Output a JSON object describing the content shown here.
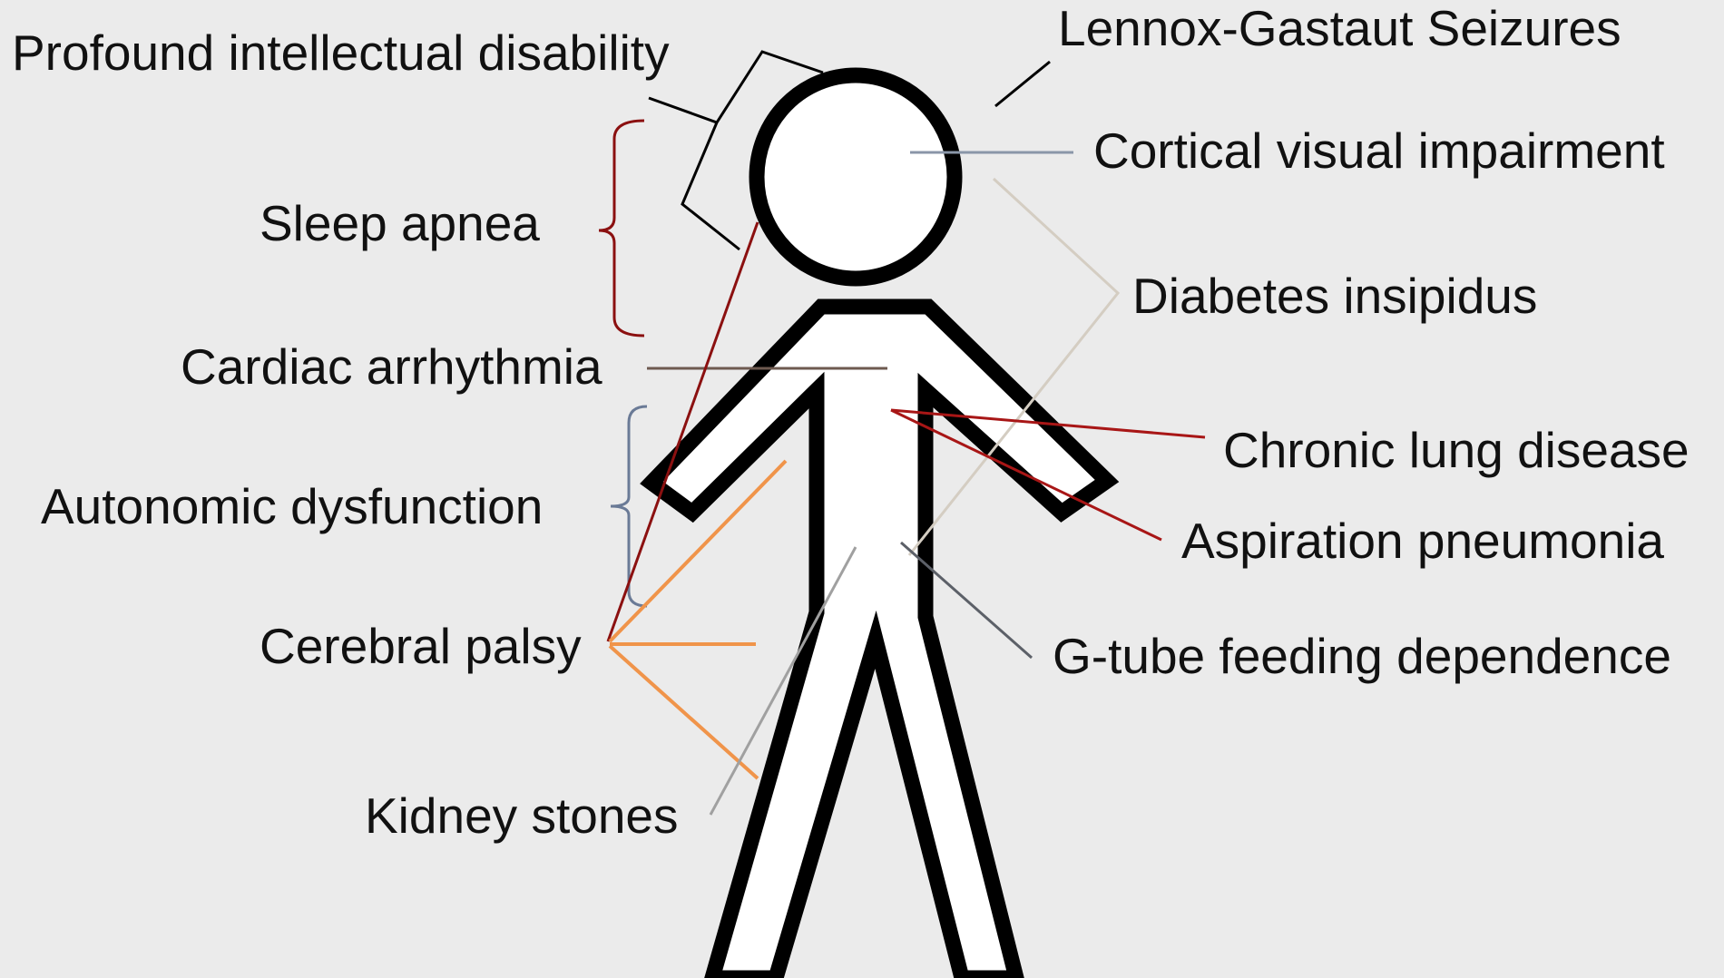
{
  "labels": {
    "profound_intellectual_disability": "Profound intellectual disability",
    "lennox_gastaut_seizures": "Lennox-Gastaut Seizures",
    "cortical_visual_impairment": "Cortical visual impairment",
    "sleep_apnea": "Sleep apnea",
    "diabetes_insipidus": "Diabetes insipidus",
    "cardiac_arrhythmia": "Cardiac arrhythmia",
    "chronic_lung_disease": "Chronic lung disease",
    "autonomic_dysfunction": "Autonomic dysfunction",
    "aspiration_pneumonia": "Aspiration pneumonia",
    "cerebral_palsy": "Cerebral palsy",
    "g_tube_feeding_dependence": "G-tube feeding dependence",
    "kidney_stones": "Kidney stones"
  },
  "colors": {
    "background": "#ebebeb",
    "figure_outline": "#000000",
    "figure_fill": "#ffffff",
    "intellectual_disability_bracket": "#000000",
    "lennox_gastaut_leader": "#000000",
    "cortical_visual_leader": "#8a96a8",
    "sleep_apnea_bracket": "#8b1010",
    "diabetes_insipidus_leader": "#d4cdc2",
    "cardiac_arrhythmia_leader": "#6e5a50",
    "lung_and_aspiration_leaders": "#a81616",
    "autonomic_dysfunction_bracket": "#6a7a96",
    "cerebral_palsy_leaders": "#f0944a",
    "cerebral_palsy_sleep_link": "#8b1010",
    "g_tube_leader": "#5c6068",
    "kidney_stones_leader": "#a0a0a0"
  }
}
